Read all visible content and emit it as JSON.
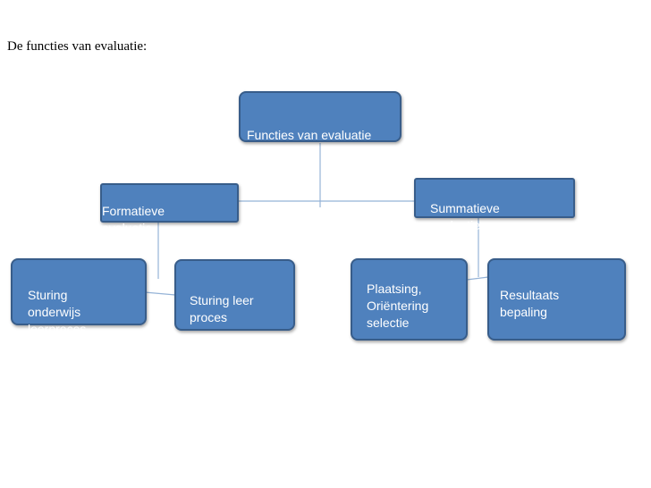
{
  "heading": "De functies van evaluatie:",
  "nodes": {
    "root": "Functies van evaluatie",
    "formatief": "Formatieve\nevaluatie",
    "summatief": "Summatieve\nevaluatie",
    "sturing_onderwijs": "Sturing\nonderwijs\nleerproces",
    "sturing_leer": "Sturing leer\nproces",
    "plaatsing": "Plaatsing,\nOriëntering\nselectie",
    "resultaats": "Resultaats\nbepaling"
  },
  "colors": {
    "box_fill": "#4f81bd",
    "box_border": "#385d8a",
    "line": "#95b3d7"
  }
}
